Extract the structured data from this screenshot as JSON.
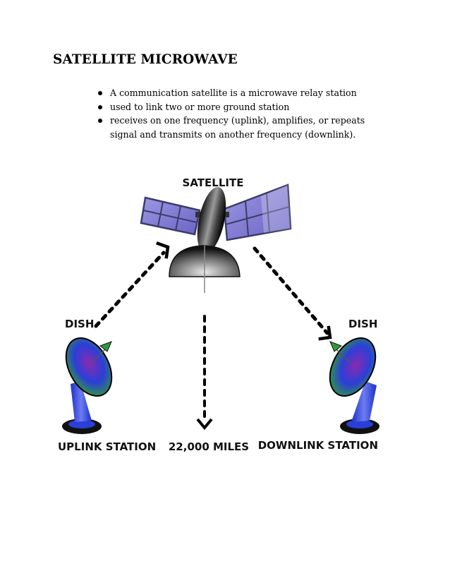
{
  "heading": "SATELLITE MICROWAVE",
  "bullets": [
    "A communication satellite is a microwave relay station",
    "used to link two or more ground station",
    "receives on one frequency (uplink), amplifies, or repeats signal and transmits on another frequency (downlink)."
  ],
  "diagram": {
    "satellite_label": "SATELLITE",
    "left_dish_label": "DISH",
    "right_dish_label": "DISH",
    "uplink_label": "UPLINK STATION",
    "distance_label": "22,000 MILES",
    "downlink_label": "DOWNLINK STATION",
    "colors": {
      "panel": "#8c86d6",
      "panel_frame": "#3c3c6a",
      "dish_blue": "#2b3fd8",
      "dish_green": "#2f9a3c",
      "dish_purple": "#7b2aa8",
      "arrow": "#000000"
    }
  }
}
